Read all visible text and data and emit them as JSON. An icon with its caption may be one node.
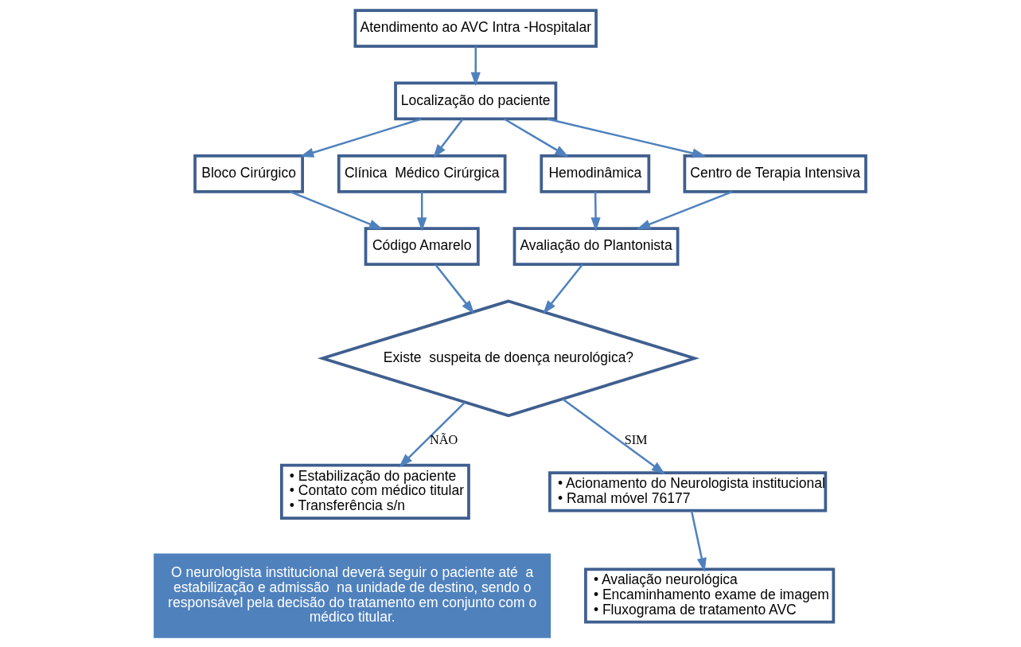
{
  "diagram": {
    "nodes": [
      {
        "text": [
          "Atendimento ao AVC Intra -Hospitalar"
        ]
      },
      {
        "text": [
          "Localização do paciente"
        ]
      },
      {
        "text": [
          "Clínica  Médico Cirúrgica"
        ]
      },
      {
        "text": [
          "Hemodinâmica"
        ]
      },
      {
        "text": [
          "Código Amarelo"
        ]
      },
      {
        "text": [
          "Avaliação do Plantonista"
        ]
      },
      {
        "text": [
          "Bloco Cirúrgico"
        ]
      },
      {
        "text": [
          "Centro de Terapia Intensiva"
        ]
      },
      {
        "text": [
          "Existe  suspeita de doença neurológica?"
        ]
      },
      {
        "text": [
          "• Estabilização do paciente",
          "• Contato com médico titular",
          "• Transferência s/n"
        ]
      },
      {
        "text": [
          "• Acionamento do Neurologista institucional",
          "• Ramal móvel 76177"
        ]
      },
      {
        "text": [
          "• Avaliação neurológica",
          "• Encaminhamento exame de imagem",
          "• Fluxograma de tratamento AVC"
        ]
      },
      {
        "text": [
          "O neurologista institucional deverá seguir o paciente até  a estabilização e admissão  na unidade de destino, sendo o responsável pela decisão do tratamento em conjunto com o médico titular."
        ]
      }
    ],
    "edges": [
      {
        "from": 0,
        "to": 1,
        "arrow": "to"
      },
      {
        "from": 1,
        "to": 2,
        "arrow": "to"
      },
      {
        "from": 1,
        "to": 3,
        "arrow": "to"
      },
      {
        "from": 1,
        "to": 6,
        "arrow": "to"
      },
      {
        "from": 1,
        "to": 7,
        "arrow": "to"
      },
      {
        "from": 2,
        "to": 4,
        "arrow": "to"
      },
      {
        "from": 6,
        "to": 4,
        "arrow": "to"
      },
      {
        "from": 3,
        "to": 5,
        "arrow": "to"
      },
      {
        "from": 7,
        "to": 5,
        "arrow": "to"
      },
      {
        "from": 4,
        "to": 8,
        "arrow": "to"
      },
      {
        "from": 5,
        "to": 8,
        "arrow": "to"
      },
      {
        "from": 8,
        "to": 9,
        "label": "NÃO",
        "arrow": "to"
      },
      {
        "from": 8,
        "to": 10,
        "label": "SIM",
        "arrow": "to"
      },
      {
        "from": 10,
        "to": 11,
        "arrow": "to"
      }
    ]
  }
}
